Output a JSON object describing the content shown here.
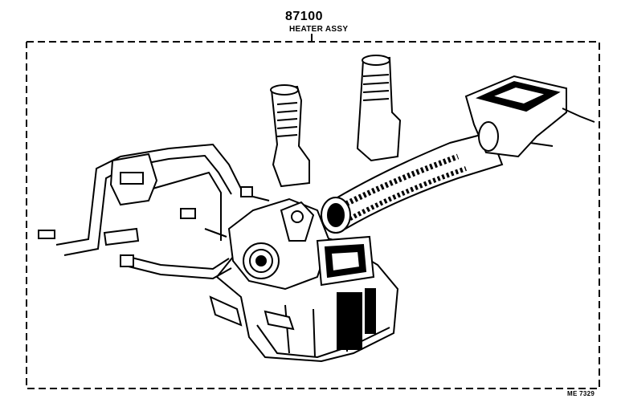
{
  "header": {
    "part_number": "87100",
    "part_name": "HEATER ASSY"
  },
  "footer": {
    "reference_code": "ME 7329"
  }
}
